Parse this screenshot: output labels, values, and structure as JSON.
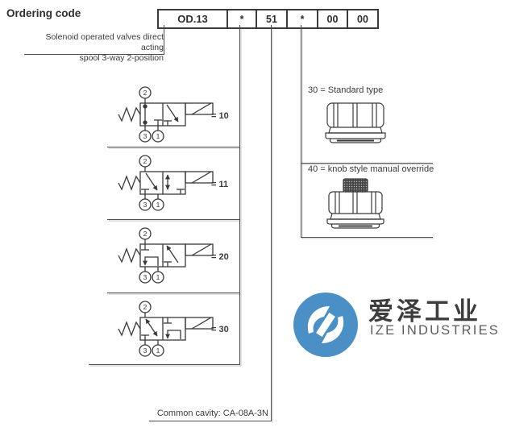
{
  "title": "Ordering code",
  "ordering_code": {
    "cells": [
      "OD.13",
      "*",
      "51",
      "*",
      "00",
      "00"
    ]
  },
  "series_label": {
    "line1": "Solenoid operated valves direct acting",
    "line2": "spool 3-way 2-position"
  },
  "spool_options": [
    {
      "code": "= 10",
      "ports": [
        "2",
        "3",
        "1"
      ]
    },
    {
      "code": "= 11",
      "ports": [
        "2",
        "3",
        "1"
      ]
    },
    {
      "code": "= 20",
      "ports": [
        "2",
        "3",
        "1"
      ]
    },
    {
      "code": "= 30",
      "ports": [
        "2",
        "3",
        "1"
      ]
    }
  ],
  "override_options": [
    {
      "label": "30 = Standard type"
    },
    {
      "label": "40 = knob style manual override"
    }
  ],
  "footer_note": "Common cavity: CA-08A-3N",
  "logo": {
    "name_cn": "爱泽工业",
    "name_en": "IZE INDUSTRIES"
  },
  "colors": {
    "brand_blue": "#4a8fc6",
    "line": "#4d4d4d",
    "text": "#3a3a3a"
  }
}
